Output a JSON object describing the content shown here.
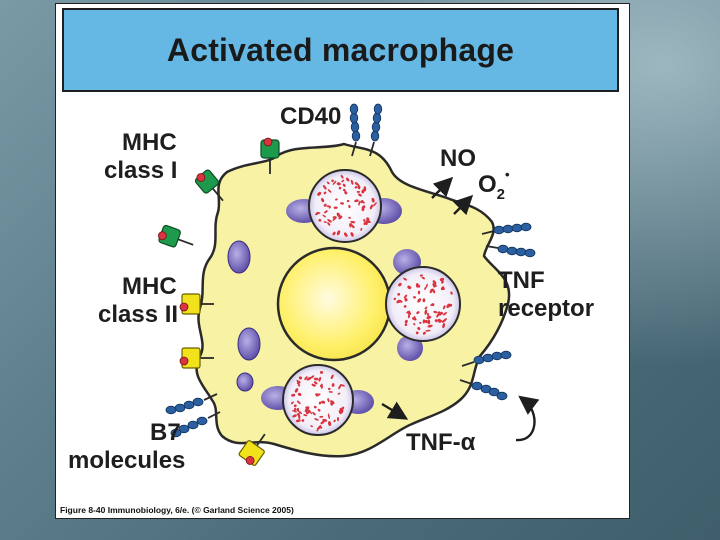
{
  "title": "Activated macrophage",
  "labels": {
    "cd40": "CD40",
    "no": "NO",
    "o2": "O",
    "o2_sub": "2",
    "o2_sup": "•",
    "mhc1_line1": "MHC",
    "mhc1_line2": "class I",
    "mhc2_line1": "MHC",
    "mhc2_line2": "class II",
    "tnf_receptor_line1": "TNF",
    "tnf_receptor_line2": "receptor",
    "b7_line1": "B7",
    "b7_line2": "molecules",
    "tnf_alpha": "TNF-α"
  },
  "caption": "Figure 8-40  Immunobiology, 6/e. (© Garland Science 2005)",
  "colors": {
    "title_bar": "#65b8e4",
    "cell_body": "#f8f2a4",
    "nucleus": "#fff26a",
    "vesicle_purple": "#6b5cb0",
    "granule_red": "#d9343f",
    "mhc_class_i": "#1e9a4c",
    "mhc_class_ii": "#f2e21c",
    "receptor_beads": "#2b5fa0"
  }
}
